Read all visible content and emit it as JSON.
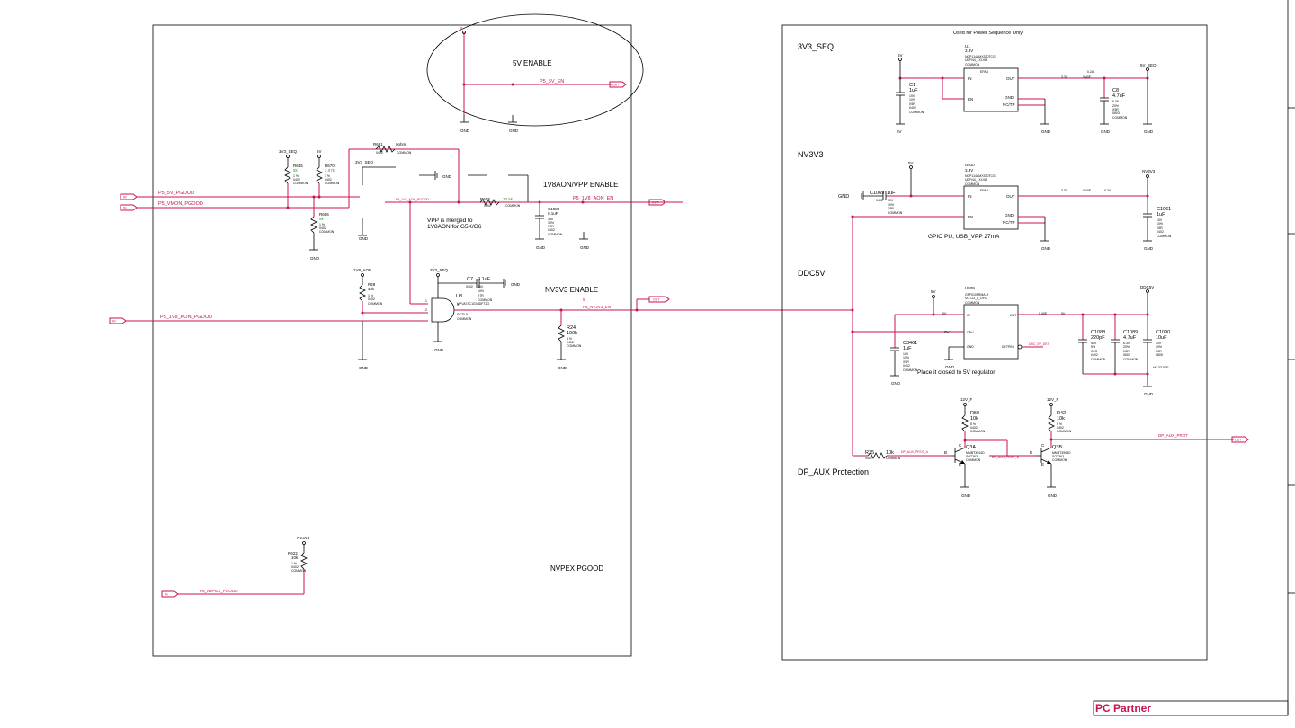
{
  "left_block": {
    "title_5v": "5V ENABLE",
    "net_5v_en": "P5_5V_EN",
    "title_1v8": "1V8AON/VPP ENABLE",
    "net_1v8_en": "P5_1V8_AON_EN",
    "note_vpp_1": "VPP is merged to",
    "note_vpp_2": "1V8AON for G5X/G6",
    "title_nv3v3": "NV3V3 ENABLE",
    "net_nv3v3_en": "P5_NV3V3_EN",
    "title_pgood": "NVPEX PGOOD",
    "net_5v_pgood": "P5_5V_PGOOD",
    "net_vmon_pgood": "P5_VMON_PGOOD",
    "net_1v8_pgood": "P5_1V8_AON_PGOOD",
    "net_nvpex_pgood": "P5_NVPEX_PGOOD",
    "port_in": "IN",
    "port_out": "OUT",
    "rail_3v3seq": "3V3_SEQ",
    "rail_5v": "5V",
    "rail_1v8aon": "1V8_AON",
    "rail_nv3v3": "NV3V3",
    "gnd": "GND",
    "r645": {
      "ref": "R645",
      "val": "5k",
      "tol": "1 %",
      "pkg": "0402",
      "grp": "COMMON"
    },
    "r670": {
      "ref": "R670",
      "val": "2.07k",
      "tol": "1 %",
      "pkg": "0402",
      "grp": "COMMON"
    },
    "r666": {
      "ref": "R666",
      "val": "5k",
      "tol": "1 %",
      "pkg": "0402",
      "grp": "COMMON"
    },
    "r661": {
      "ref": "R661",
      "val": "0ohm",
      "pkg": "0402",
      "grp": "COMMON"
    },
    "r653": {
      "ref": "R653",
      "val": "20.5k",
      "pkg": "0402",
      "grp": "COMMON"
    },
    "c1080": {
      "ref": "C1080",
      "val": "0.1uF",
      "v": "16V",
      "tol": "10%",
      "dia": "X7R",
      "pkg": "0402",
      "grp": "COMMON"
    },
    "r28": {
      "ref": "R28",
      "val": "10k",
      "tol": "1 %",
      "pkg": "0402",
      "grp": "COMMON"
    },
    "c7": {
      "ref": "C7",
      "val": "0.1uF",
      "pkg": "0402",
      "v": "16V",
      "tol": "10%",
      "dia": "X7R",
      "grp": "COMMON"
    },
    "u3": {
      "ref": "U3",
      "part": "MPVA74C1G08DFT2G",
      "pkg": "SC70-5",
      "grp": "COMMON"
    },
    "r24": {
      "ref": "R24",
      "val": "100k",
      "tol": "5 %",
      "pkg": "0402",
      "grp": "COMMON"
    },
    "r622": {
      "ref": "R622",
      "val": "10k",
      "tol": "1 %",
      "pkg": "0402",
      "grp": "COMMON"
    },
    "mark_1": "1",
    "mark_2": "2",
    "mark_4": "4",
    "pin_5": "5",
    "pin_3": "3"
  },
  "right_block": {
    "heading": "Used for Power Sequence Only",
    "sec_3v3seq": "3V3_SEQ",
    "sec_nv3v3": "NV3V3",
    "sec_ddc5v": "DDC5V",
    "sec_dpaux": "DP_AUX Protection",
    "u1": {
      "ref": "U1",
      "volt": "3.3V",
      "part": "NCP114AMX330TCG",
      "pkg": "UDFN4_1X1V8",
      "grp": "COMMON"
    },
    "u510": {
      "ref": "U510",
      "volt": "3.3V",
      "part": "NCP114AMX330TCG",
      "pkg": "UDFN4_1X1V8",
      "grp": "COMMON"
    },
    "u509": {
      "ref": "U509",
      "part": "G5P0105RMA-R",
      "pkg": "SOT23_5_OPU",
      "grp": "COMMON"
    },
    "pin_in": "IN",
    "pin_en": "EN",
    "pin_out": "OUT",
    "pin_gnd": "GND",
    "pin_nctp": "NC/TP",
    "pin_onv": "ONV",
    "pin_detpin": "DETPIN",
    "epad": "EPAD",
    "c1": {
      "ref": "C1",
      "val": "1uF",
      "v": "10V",
      "tol": "10%",
      "dia": "X5R",
      "pkg": "0402",
      "grp": "COMMON"
    },
    "c8": {
      "ref": "C8",
      "val": "4.7uF",
      "v": "6.3V",
      "tol": "20%",
      "dia": "X5R",
      "pkg": "0603",
      "grp": "COMMON"
    },
    "c1069": {
      "ref": "C1069",
      "val": "1uF",
      "pkg": "0402",
      "v": "10V",
      "tol": "10%",
      "dia": "X5R",
      "grp": "COMMON"
    },
    "c1061": {
      "ref": "C1061",
      "val": "1uF",
      "v": "10V",
      "tol": "10%",
      "dia": "X5R",
      "pkg": "0402",
      "grp": "COMMON"
    },
    "c3461": {
      "ref": "C3461",
      "val": "1uF",
      "v": "10V",
      "tol": "10%",
      "dia": "X5R",
      "pkg": "0402",
      "grp": "COMMON"
    },
    "c1088": {
      "ref": "C1088",
      "val": "220pF",
      "v": "50V",
      "tol": "5%",
      "dia": "C0G",
      "pkg": "0402",
      "grp": "COMMON"
    },
    "c1089": {
      "ref": "C1089",
      "val": "4.7uF",
      "v": "6.3V",
      "tol": "20%",
      "dia": "X5R",
      "pkg": "0603",
      "grp": "COMMON"
    },
    "c1090": {
      "ref": "C1090",
      "val": "10uF",
      "v": "10V",
      "tol": "10%",
      "dia": "X5R",
      "pkg": "0805",
      "grp": "NO STUFF"
    },
    "net_3v3": "3.3V",
    "net_0v40": "0.40E",
    "net_0v2a": "0.2A",
    "net_5v": "5V",
    "net_5v_seq": "5V_SEQ",
    "net_12v_f": "12V_F",
    "note_gpio": "GPIO PU, USB_VPP 27mA",
    "note_place": "Place it closed to 5V regulator",
    "net_ddc_5v_det": "DDC_5V_DET",
    "net_dp_aux_prot": "DP_AUX_PROT",
    "net_dp_aux_prot_a": "DP_AUX_PROT_A",
    "net_dp_aux_prot_b": "DP_AUX_PROT_B",
    "r50": {
      "ref": "R50",
      "val": "10k",
      "tol": "5 %",
      "pkg": "0402",
      "grp": "COMMON"
    },
    "r42": {
      "ref": "R42",
      "val": "10k",
      "tol": "5 %",
      "pkg": "0402",
      "grp": "COMMON"
    },
    "r35": {
      "ref": "R35",
      "val": "10k",
      "pkg": "0402",
      "grp": "COMMON"
    },
    "q3a": {
      "ref": "Q3A",
      "part": "MMBT3904D",
      "pkg": "SOT363",
      "grp": "COMMON"
    },
    "q3b": {
      "ref": "Q3B",
      "part": "MMBT3904D",
      "pkg": "SOT363",
      "grp": "COMMON"
    },
    "pin_b": "B",
    "pin_c": "C",
    "pin_e": "E",
    "val_0v": "0V",
    "val_5v": "5V"
  },
  "title_block": {
    "company": "PC Partner"
  }
}
